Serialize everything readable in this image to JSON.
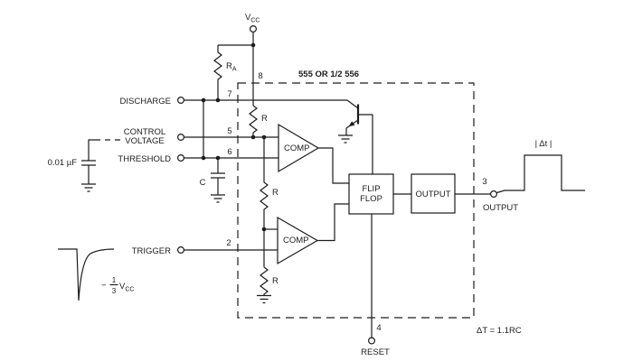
{
  "colors": {
    "background": "#ffffff",
    "ink": "#1c1c1c"
  },
  "power": {
    "vcc_base": "V",
    "vcc_sub": "CC"
  },
  "pins": {
    "p8": "8",
    "p7": "7",
    "p5": "5",
    "p6": "6",
    "p2": "2",
    "p3": "3",
    "p4": "4",
    "discharge": "DISCHARGE",
    "control_line1": "CONTROL",
    "control_line2": "VOLTAGE",
    "threshold": "THRESHOLD",
    "trigger": "TRIGGER",
    "output": "OUTPUT",
    "reset": "RESET"
  },
  "external_components": {
    "ra_base": "R",
    "ra_sub": "A",
    "timing_capacitor": "C",
    "control_capacitor": "0.01 µF"
  },
  "chip": {
    "title": "555 OR 1/2 556",
    "divider_r1": "R",
    "divider_r2": "R",
    "divider_r3": "R",
    "comparator1": "COMP",
    "comparator2": "COMP",
    "flip_flop_line1": "FLIP",
    "flip_flop_line2": "FLOP",
    "output_stage": "OUTPUT"
  },
  "annotations": {
    "pulse_width": "| Δt |",
    "formula": "ΔT = 1.1RC",
    "trigger_minus": "−",
    "trigger_num": "1",
    "trigger_den": "3",
    "trigger_v": "V",
    "trigger_v_sub": "CC"
  }
}
